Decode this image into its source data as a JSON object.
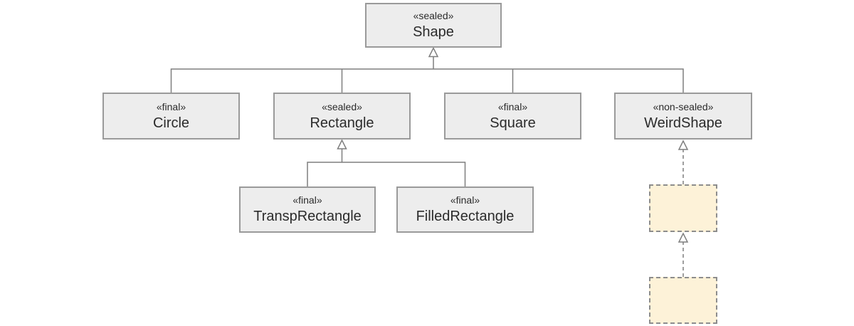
{
  "diagram": {
    "type": "uml-class-diagram",
    "title": "Shape sealed-class inheritance hierarchy",
    "nodes": {
      "shape": {
        "stereotype": "«sealed»",
        "name": "Shape"
      },
      "circle": {
        "stereotype": "«final»",
        "name": "Circle"
      },
      "rectangle": {
        "stereotype": "«sealed»",
        "name": "Rectangle"
      },
      "square": {
        "stereotype": "«final»",
        "name": "Square"
      },
      "weirdshape": {
        "stereotype": "«non-sealed»",
        "name": "WeirdShape"
      },
      "transprectangle": {
        "stereotype": "«final»",
        "name": "TranspRectangle"
      },
      "filledrectangle": {
        "stereotype": "«final»",
        "name": "FilledRectangle"
      }
    },
    "placeholders": [
      {
        "id": "anonymous-1",
        "label": ""
      },
      {
        "id": "anonymous-2",
        "label": ""
      }
    ],
    "edges": [
      {
        "from": "Circle",
        "to": "Shape",
        "type": "generalization",
        "style": "solid"
      },
      {
        "from": "Rectangle",
        "to": "Shape",
        "type": "generalization",
        "style": "solid"
      },
      {
        "from": "Square",
        "to": "Shape",
        "type": "generalization",
        "style": "solid"
      },
      {
        "from": "WeirdShape",
        "to": "Shape",
        "type": "generalization",
        "style": "solid"
      },
      {
        "from": "TranspRectangle",
        "to": "Rectangle",
        "type": "generalization",
        "style": "solid"
      },
      {
        "from": "FilledRectangle",
        "to": "Rectangle",
        "type": "generalization",
        "style": "solid"
      },
      {
        "from": "anonymous-1",
        "to": "WeirdShape",
        "type": "generalization",
        "style": "dashed"
      },
      {
        "from": "anonymous-2",
        "to": "anonymous-1",
        "type": "generalization",
        "style": "dashed"
      }
    ],
    "colors": {
      "node_fill": "#ededed",
      "node_border": "#9a9a9a",
      "placeholder_fill": "#fdf2d8",
      "placeholder_border": "#8d8d8d",
      "line": "#7f7f7f",
      "text": "#2b2b2b",
      "background": "#ffffff"
    }
  }
}
